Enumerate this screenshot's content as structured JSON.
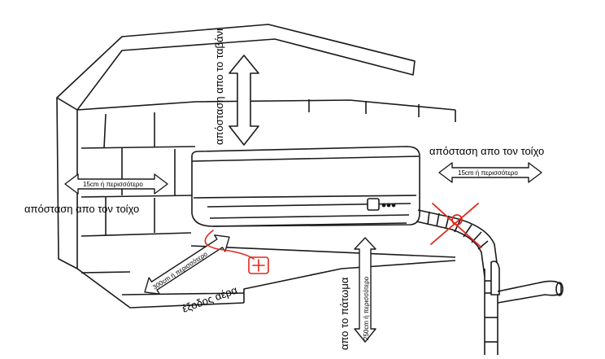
{
  "labels": {
    "ceiling_distance": "απόσταση απο το ταβάνι",
    "right_wall_distance": "απόσταση απο τον τοίχο",
    "right_wall_min": "15cm ή περισσότερο",
    "left_wall_min": "15cm ή περισσότερο",
    "left_wall_distance": "απόσταση απο τον τοίχο",
    "air_outlet_min": "300cm ή περισσότερο",
    "air_outlet": "έξοδος αέρα",
    "floor_distance": "απο το πάτωμα",
    "floor_min": "250cm ή περισσότερο"
  },
  "colors": {
    "line": "#1a1a1a",
    "annotation_red": "#e0281e",
    "arrow_fill": "#ffffff"
  },
  "icons": {
    "double_arrow": "double-arrow-icon",
    "cross_mark": "cross-mark-icon",
    "plus_mark": "plus-box-icon"
  }
}
